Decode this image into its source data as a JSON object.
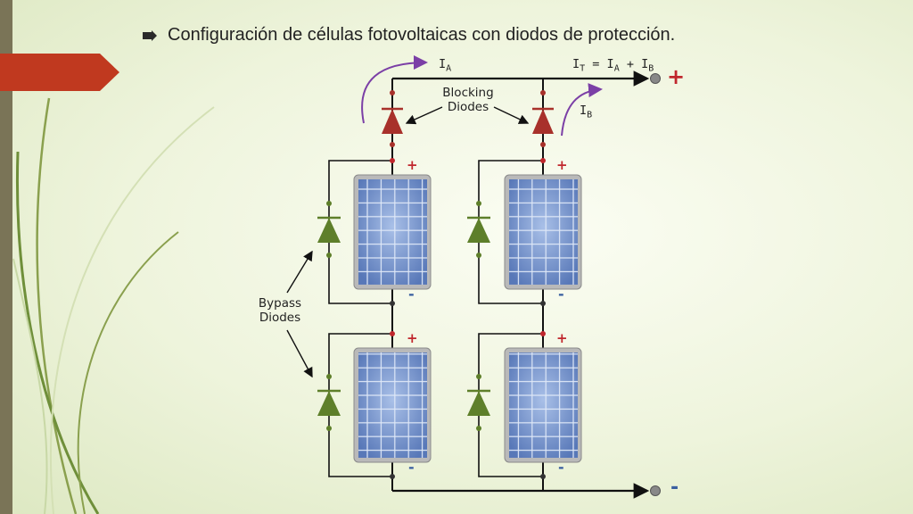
{
  "slide": {
    "title": "Configuración de células fotovoltaicas con diodos de protección.",
    "accent_color": "#c0391f",
    "sidebar_color": "#7a7457"
  },
  "diagram": {
    "labels": {
      "blocking": "Blocking\nDiodes",
      "bypass": "Bypass\nDiodes",
      "current_a": "I_A",
      "current_b": "I_B",
      "total_current": "I_T = I_A + I_B"
    },
    "terminals": {
      "positive": "+",
      "negative": "-"
    },
    "panel_polarity": {
      "plus": "+",
      "minus": "-"
    },
    "colors": {
      "blocking_diode": "#a8312b",
      "bypass_diode": "#5e7f2a",
      "panel": "#6d8fc9",
      "current_arrow": "#7b3fa6"
    }
  }
}
